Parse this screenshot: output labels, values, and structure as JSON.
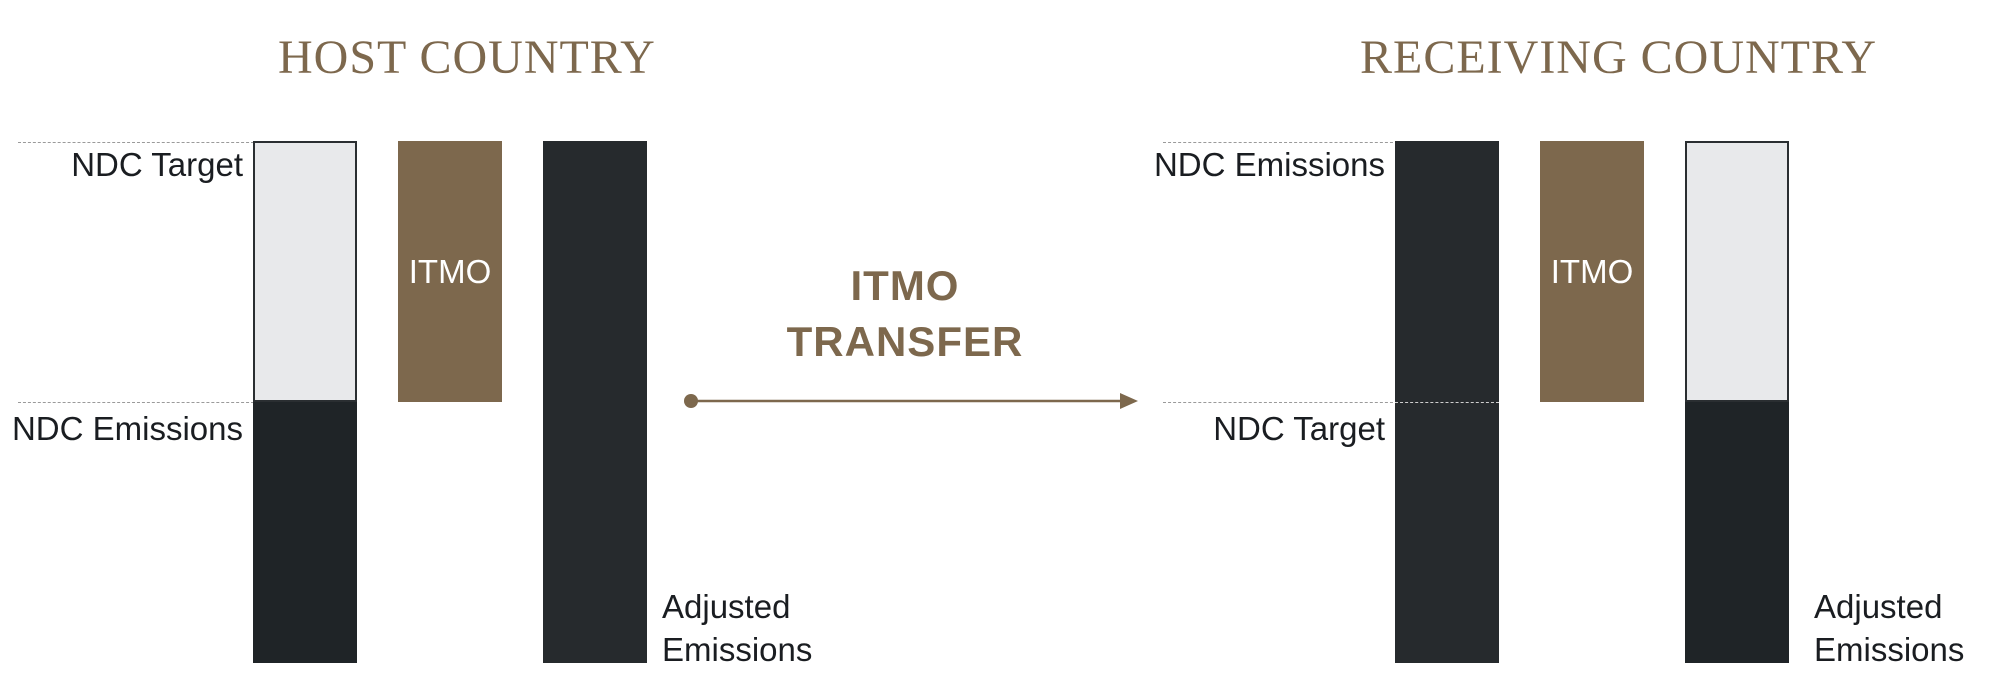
{
  "colors": {
    "accent": "#7d684d",
    "dark_bar": "#262a2d",
    "light_bar": "#e8e9eb",
    "text": "#1a1d21"
  },
  "host": {
    "title": "HOST COUNTRY",
    "ndc_target_label": "NDC Target",
    "ndc_emissions_label": "NDC Emissions",
    "itmo_label": "ITMO",
    "adjusted_label_line1": "Adjusted",
    "adjusted_label_line2": "Emissions"
  },
  "transfer": {
    "line1": "ITMO",
    "line2": "TRANSFER",
    "icon": "arrow-right-icon"
  },
  "receiving": {
    "title": "RECEIVING COUNTRY",
    "ndc_emissions_label": "NDC Emissions",
    "ndc_target_label": "NDC Target",
    "itmo_label": "ITMO",
    "adjusted_label_line1": "Adjusted",
    "adjusted_label_line2": "Emissions"
  }
}
